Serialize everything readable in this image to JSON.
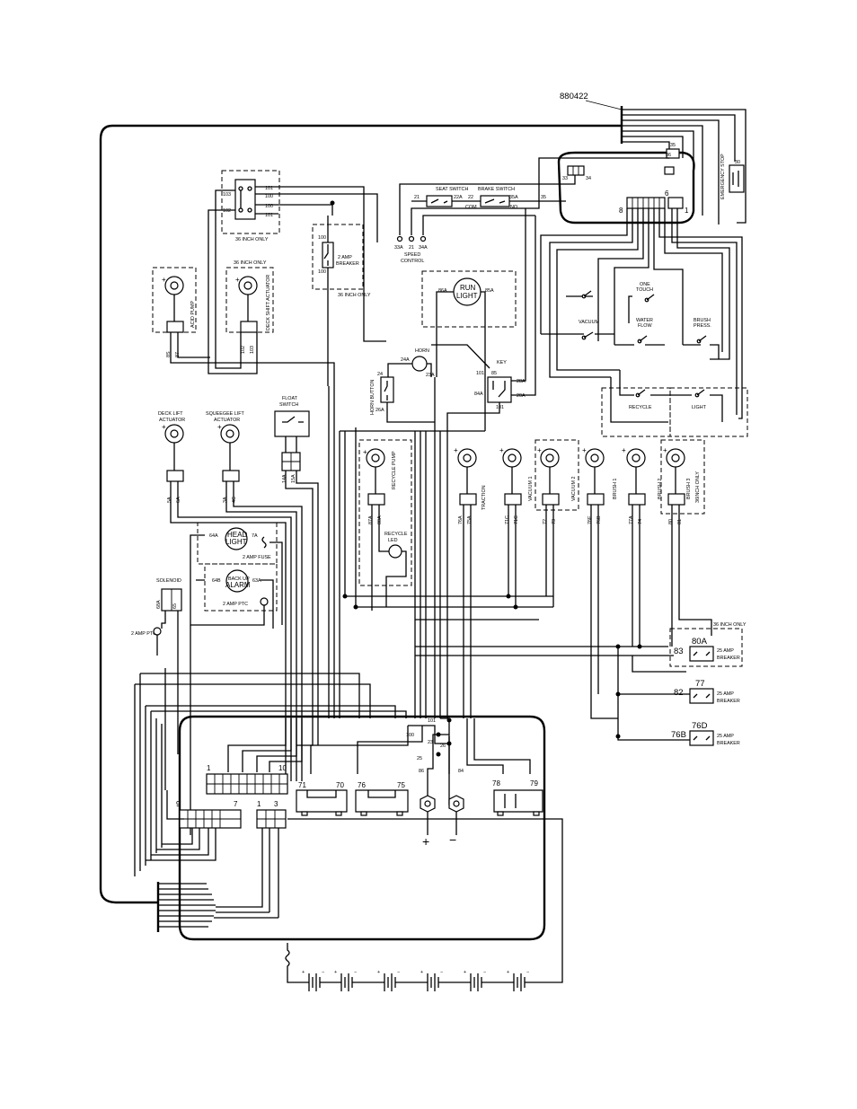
{
  "drawing_number": "880422",
  "labels": {
    "acid_pump": "ACID PUMP",
    "deck_shift": "DECK SHIFT ACTUATOR",
    "deck_shift_note": "36 INCH ONLY",
    "relay_note": "36 INCH ONLY",
    "breaker2_l1": "2 AMP",
    "breaker2_l2": "BREAKER",
    "breaker2_note": "36 INCH ONLY",
    "seat_switch": "SEAT SWITCH",
    "brake_switch": "BRAKE SWITCH",
    "com": "COM",
    "no": "NO",
    "speed_l1": "SPEED",
    "speed_l2": "CONTROL",
    "emergency_stop": "EMERGENCY STOP",
    "run_l1": "RUN",
    "run_l2": "LIGHT",
    "horn": "HORN",
    "horn_button": "HORN BUTTON",
    "key": "KEY",
    "one_l1": "ONE",
    "one_l2": "TOUCH",
    "vacuum": "VACUUM",
    "water_l1": "WATER",
    "water_l2": "FLOW",
    "brush_l1": "BRUSH",
    "brush_l2": "PRESS.",
    "recycle": "RECYCLE",
    "light": "LIGHT",
    "float_l1": "FLOAT",
    "float_l2": "SWITCH",
    "deck_lift_l1": "DECK LIFT",
    "deck_lift_l2": "ACTUATOR",
    "squeegee_l1": "SQUEEGEE LIFT",
    "squeegee_l2": "ACTUATOR",
    "recycle_pump": "RECYCLE PUMP",
    "recycle_l1": "RECYCLE",
    "recycle_l2": "LED",
    "traction": "TRACTION",
    "vacuum1": "VACUUM 1",
    "vacuum2": "VACUUM 2",
    "brush1": "BRUSH 1",
    "brush2": "BRUSH 2",
    "brush3": "BRUSH 3",
    "brush3_note": "36INCH ONLY",
    "head_l1": "HEAD",
    "head_l2": "LIGHT",
    "fuse_2amp": "2 AMP FUSE",
    "backup_l1": "BACK UP",
    "backup_l2": "ALARM",
    "fuse_2amp_ptc": "2 AMP PTC",
    "solenoid": "SOLENOID",
    "fuse_2amp_ptc2": "2 AMP PTC",
    "breaker_80a_note": "36 INCH ONLY",
    "amp25": "25 AMP",
    "breaker": "BREAKER",
    "plus": "+",
    "minus": "−"
  },
  "wire_numbers": {
    "w101": "101",
    "w100": "100",
    "w103": "103",
    "w102": "102",
    "w100b": "100",
    "w100c": "100",
    "w21": "21",
    "w22a": "22A",
    "w22": "22",
    "w35a": "35A",
    "w35": "35",
    "w33a": "33A",
    "w21b": "21",
    "w34a": "34A",
    "w33": "33",
    "w34": "34",
    "w36": "36",
    "w35b": "35",
    "w30": "30",
    "n6": "6",
    "n8": "8",
    "n1": "1",
    "w86a": "86A",
    "w85a": "85A",
    "w24": "24",
    "w24a": "24A",
    "w23a": "23A",
    "w26a": "26A",
    "w101k": "101",
    "w85": "85",
    "w84a": "84A",
    "w28a": "28A",
    "w20a": "20A",
    "w101m": "101",
    "w8s": "8S",
    "w87": "87",
    "w102b": "102",
    "w103b": "103",
    "w5a": "5A",
    "w6a": "6A",
    "w3a": "3A",
    "w4c": "4C",
    "w14a": "14A",
    "w15a": "15A",
    "w87a": "87A",
    "w88a": "88A",
    "w76a": "76A",
    "w75a": "75A",
    "w71c": "71C",
    "w71b": "71C",
    "w72": "72",
    "w73": "73",
    "w76e": "76E",
    "w76b": "76B",
    "w77a": "77A",
    "w74": "74",
    "w80": "80",
    "w81": "81",
    "w64a": "64A",
    "w7a": "7A",
    "w64b": "64B",
    "w63a": "63A",
    "w68a": "68A",
    "w65": "65",
    "w80a": "80A",
    "w83": "83",
    "w82": "82",
    "w77": "77",
    "w76d": "76D",
    "w76b2": "76B",
    "w100d": "100",
    "w101d": "101",
    "w26": "26",
    "w23": "23",
    "w86": "86",
    "w84": "84",
    "w25": "25",
    "c1": "1",
    "c10": "10",
    "c9": "9",
    "c7": "7",
    "c1b": "1",
    "c3": "3",
    "t71": "71",
    "t70": "70",
    "t76": "76",
    "t75": "75",
    "t78": "78",
    "t79": "79"
  }
}
